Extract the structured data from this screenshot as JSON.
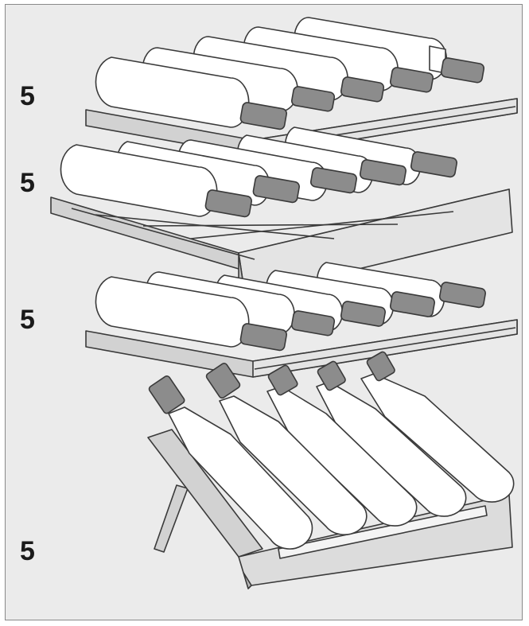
{
  "shelves": [
    {
      "count_label": "5"
    },
    {
      "count_label": "5"
    },
    {
      "count_label": "5"
    },
    {
      "count_label": "5"
    }
  ],
  "colors": {
    "background": "#ebebeb",
    "outline": "#3a3a3a",
    "bottle": "#ffffff",
    "neck": "#8c8c8c",
    "rail": "#d2d2d2"
  }
}
